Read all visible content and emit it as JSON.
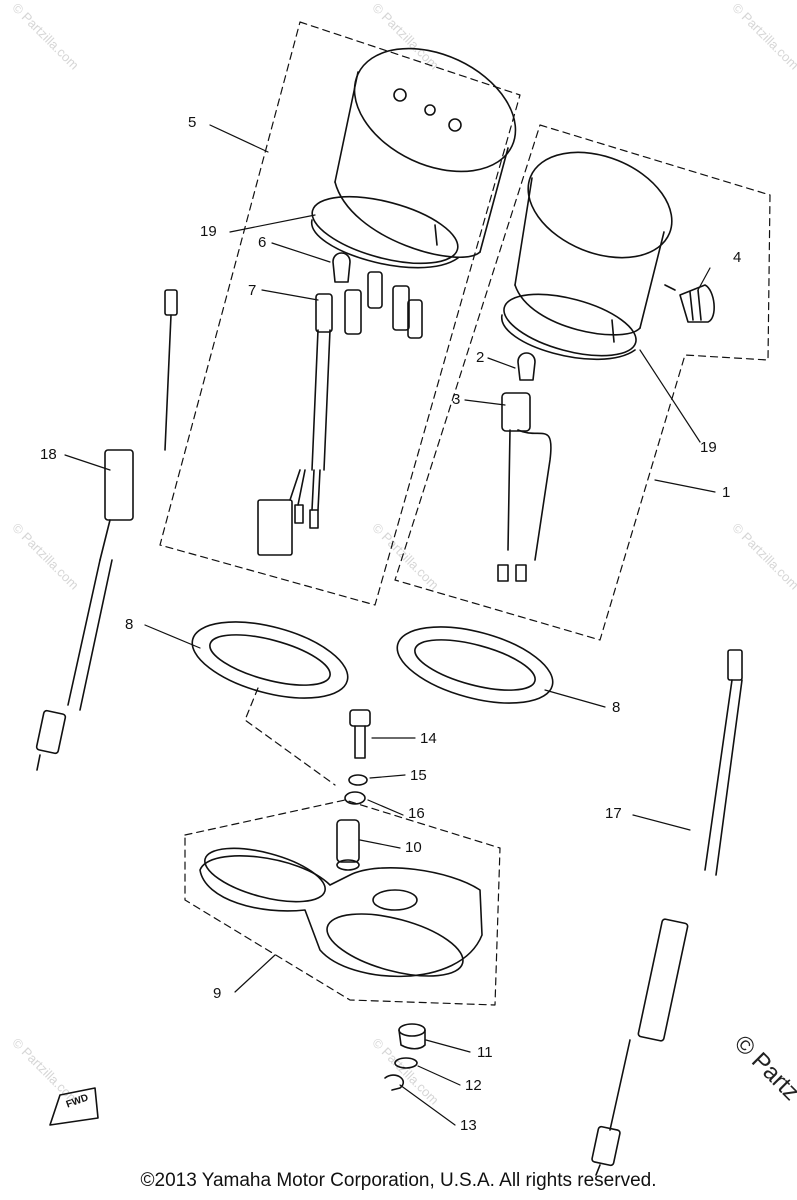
{
  "watermark": "© Partzilla.com",
  "watermark_edge": "© Partz",
  "fwd_label": "FWD",
  "copyright": "©2013  Yamaha Motor Corporation, U.S.A. All rights reserved.",
  "callouts": {
    "c1": "1",
    "c2": "2",
    "c3": "3",
    "c4": "4",
    "c5": "5",
    "c6": "6",
    "c7": "7",
    "c8a": "8",
    "c8b": "8",
    "c9": "9",
    "c10": "10",
    "c11": "11",
    "c12": "12",
    "c13": "13",
    "c14": "14",
    "c15": "15",
    "c16": "16",
    "c17": "17",
    "c18": "18",
    "c19a": "19",
    "c19b": "19"
  }
}
